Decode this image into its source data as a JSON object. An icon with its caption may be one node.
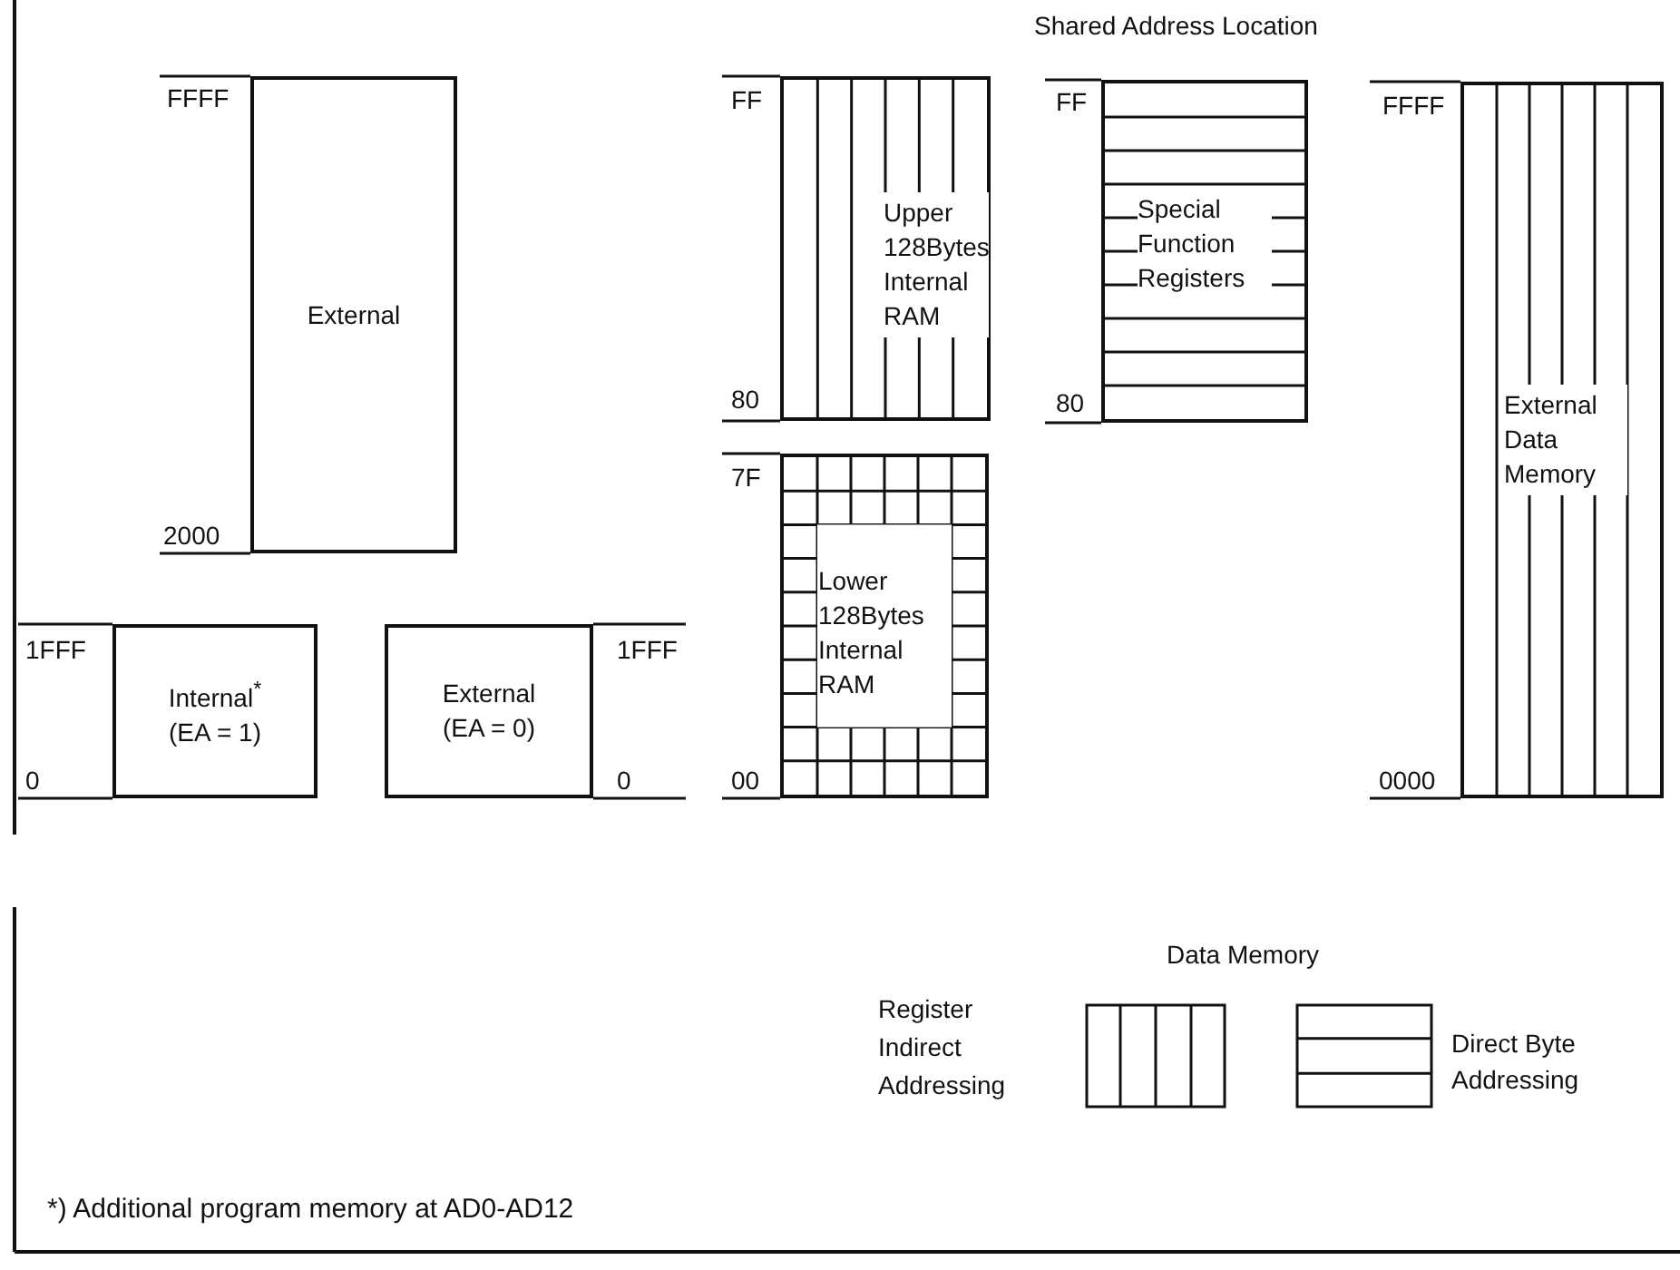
{
  "diagram": {
    "nodes": [
      {
        "text": [
          "External"
        ],
        "beside": [
          "FFFF",
          "2000"
        ]
      },
      {
        "text": [
          "Internal$^{*}$",
          "(EA = 1)"
        ],
        "beside": [
          "1FFF",
          "0"
        ]
      },
      {
        "text": [
          "External",
          "(EA = 0)"
        ],
        "beside": [
          "1FFF",
          "0"
        ]
      },
      {
        "text": [
          "Upper 128Bytes Internal RAM"
        ],
        "beside": [
          "FF",
          "80"
        ]
      },
      {
        "text": [
          "Lower 128Bytes Internal RAM"
        ],
        "beside": [
          "7F",
          "00"
        ]
      },
      {
        "text": [
          "Special Function Registers"
        ],
        "beside": [
          "FF",
          "80"
        ]
      },
      {
        "text": [
          "External Data Memory"
        ],
        "beside": [
          "FFFF",
          "0000"
        ]
      }
    ],
    "labels": [
      "Shared Address Location",
      "Data Memory",
      "*) Additional program memory at AD0-AD12"
    ],
    "legend": [
      {
        "text": "Register Indirect Addressing"
      },
      {
        "text": "Direct Byte Addressing"
      }
    ]
  }
}
